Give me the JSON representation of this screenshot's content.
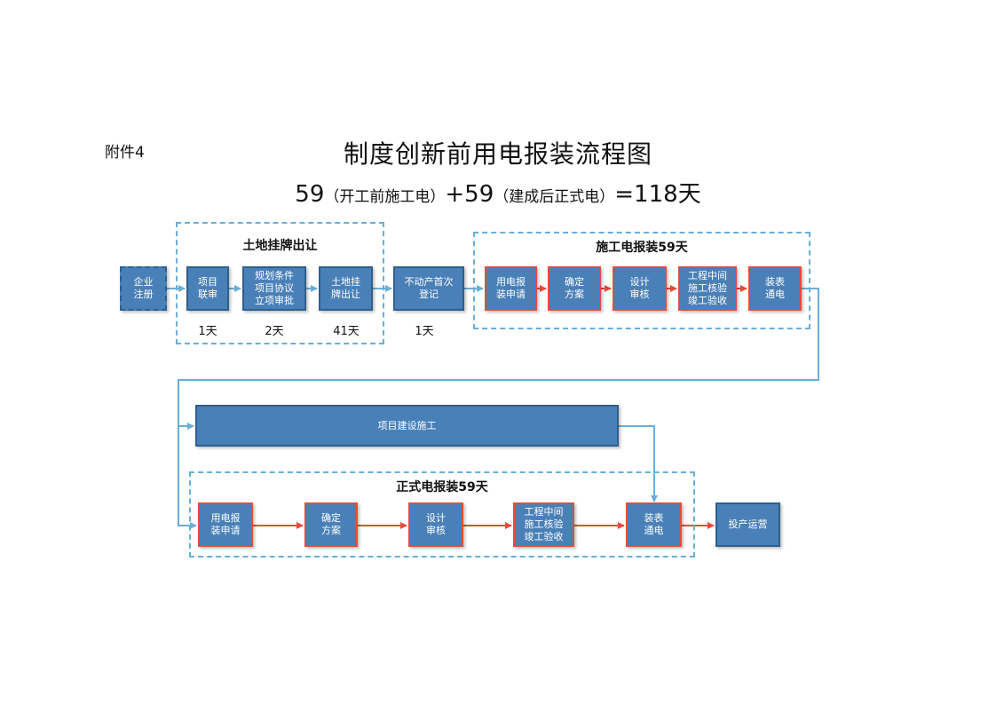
{
  "annex": "附件4",
  "title": "制度创新前用电报装流程图",
  "subtitle": {
    "n1": "59",
    "p1": "（开工前施工电）",
    "n2": "+59",
    "p2": "（建成后正式电）",
    "n3": "=118",
    "unit": "天"
  },
  "groups": {
    "land": "土地挂牌出让",
    "temp": "施工电报装59天",
    "formal": "正式电报装59天"
  },
  "boxes": {
    "enterprise": "企业\n注册",
    "joint_review": "项目\n联审",
    "planning": "规划条件\n项目协议\n立项审批",
    "land_listing": "土地挂\n牌出让",
    "real_estate": "不动产首次\n登记",
    "t_apply": "用电报\n装申请",
    "t_plan": "确定\n方案",
    "t_design": "设计\n审核",
    "t_inspect": "工程中间\n施工核验\n竣工验收",
    "t_meter": "装表\n通电",
    "construction": "项目建设施工",
    "f_apply": "用电报\n装申请",
    "f_plan": "确定\n方案",
    "f_design": "设计\n审核",
    "f_inspect": "工程中间\n施工核验\n竣工验收",
    "f_meter": "装表\n通电",
    "operation": "投产运营"
  },
  "days": {
    "joint_review": "1天",
    "planning": "2天",
    "land_listing": "41天",
    "real_estate": "1天"
  },
  "colors": {
    "box_fill": "#4a80b8",
    "dash_border": "#6aaed8",
    "red_connector": "#e84a3a",
    "blue_connector": "#6aaed8"
  }
}
